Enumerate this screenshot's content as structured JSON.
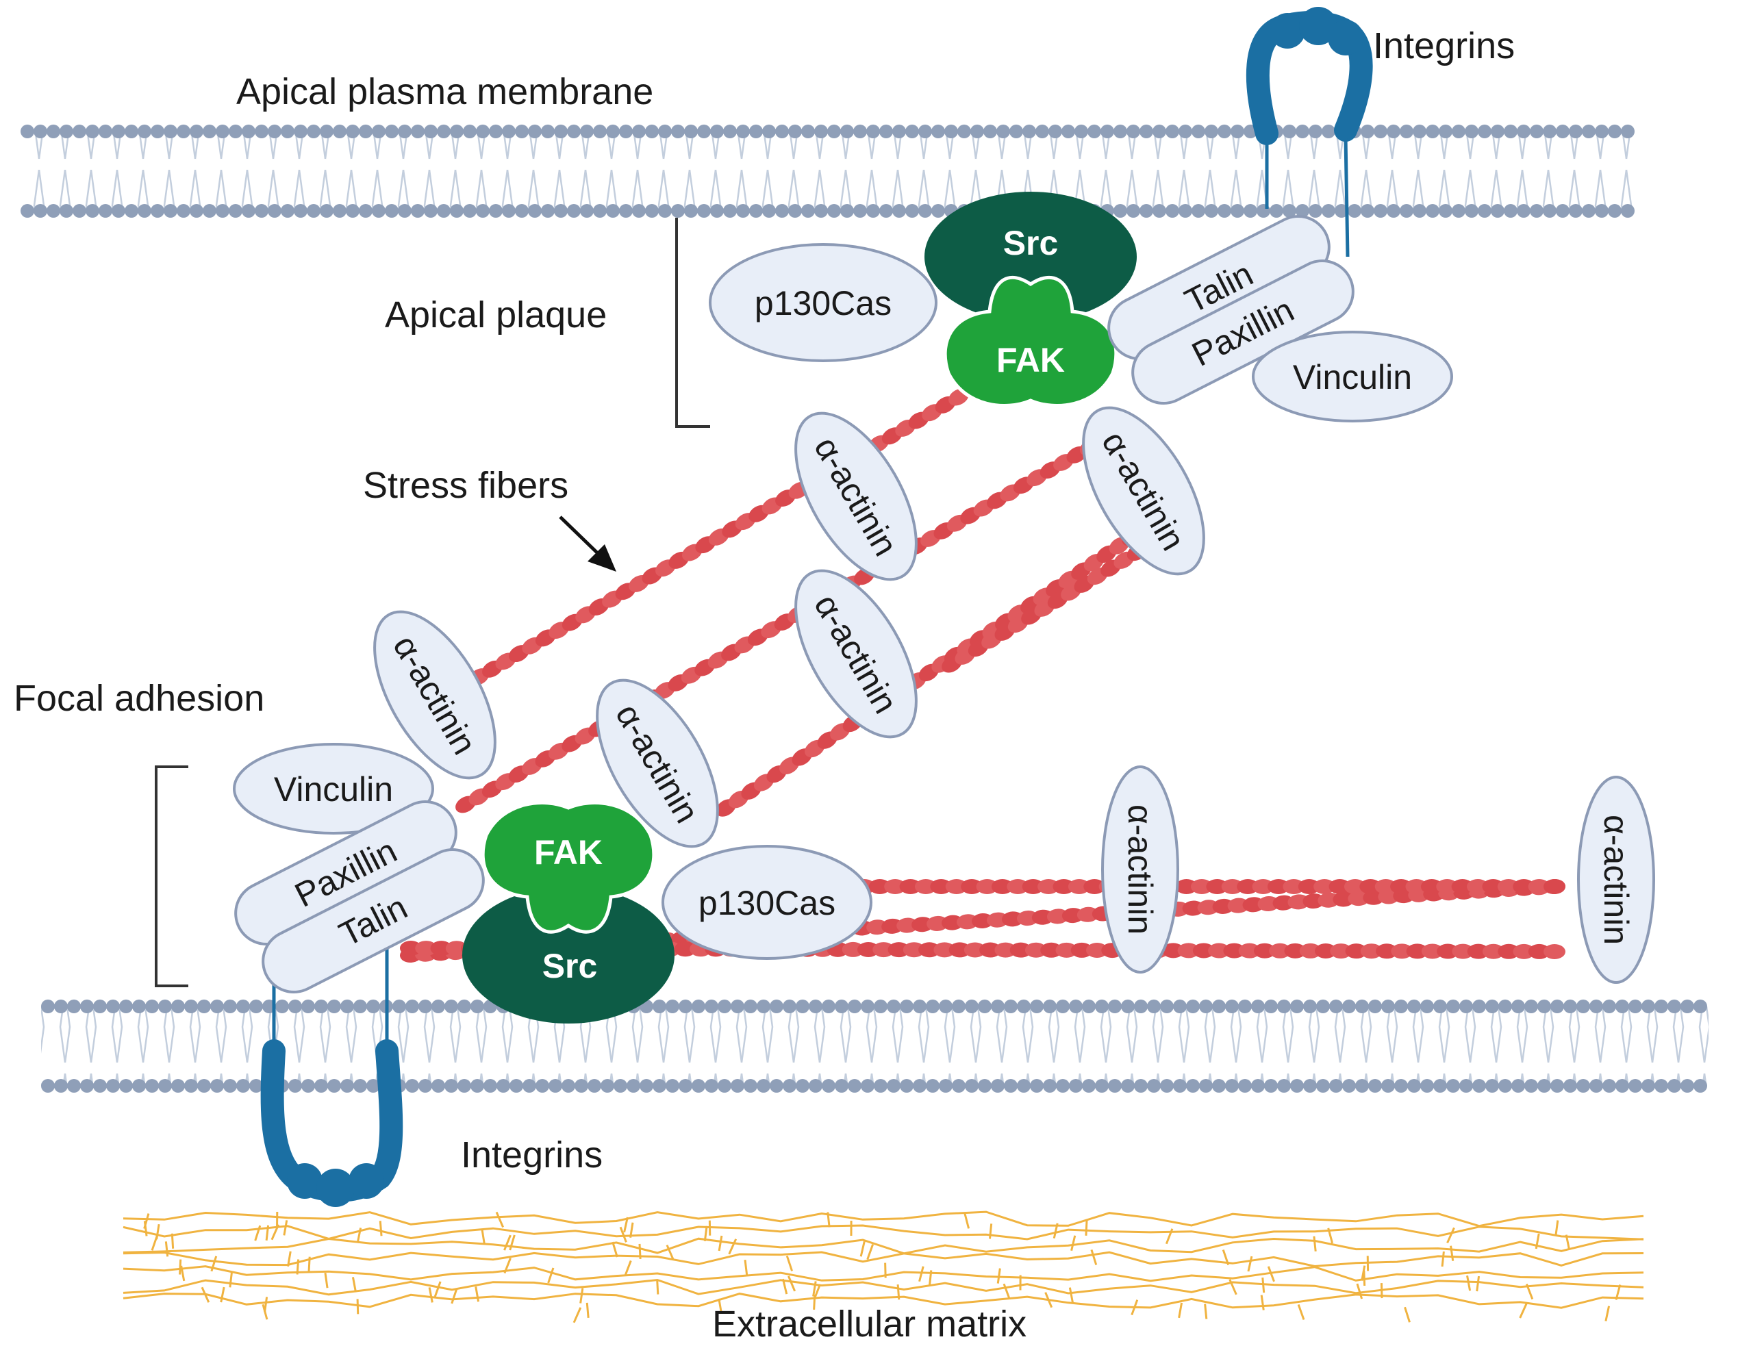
{
  "labels": {
    "apical_membrane": "Apical plasma membrane",
    "integrins_top": "Integrins",
    "apical_plaque": "Apical plaque",
    "stress_fibers": "Stress fibers",
    "focal_adhesion": "Focal adhesion",
    "integrins_bottom": "Integrins",
    "ecm": "Extracellular matrix"
  },
  "proteins": {
    "src": "Src",
    "fak": "FAK",
    "p130cas": "p130Cas",
    "talin": "Talin",
    "paxillin": "Paxillin",
    "vinculin": "Vinculin",
    "actinin": "α-actinin"
  },
  "colors": {
    "membrane_head": "#8f9fb8",
    "membrane_tail": "#c3cedd",
    "integrin": "#1b6fa3",
    "src": "#0d5c46",
    "fak": "#1fa33a",
    "actin": "#e05a5e",
    "ecm": "#f0b340",
    "protein_fill": "#e8eef8",
    "protein_stroke": "#8c9ab5"
  }
}
